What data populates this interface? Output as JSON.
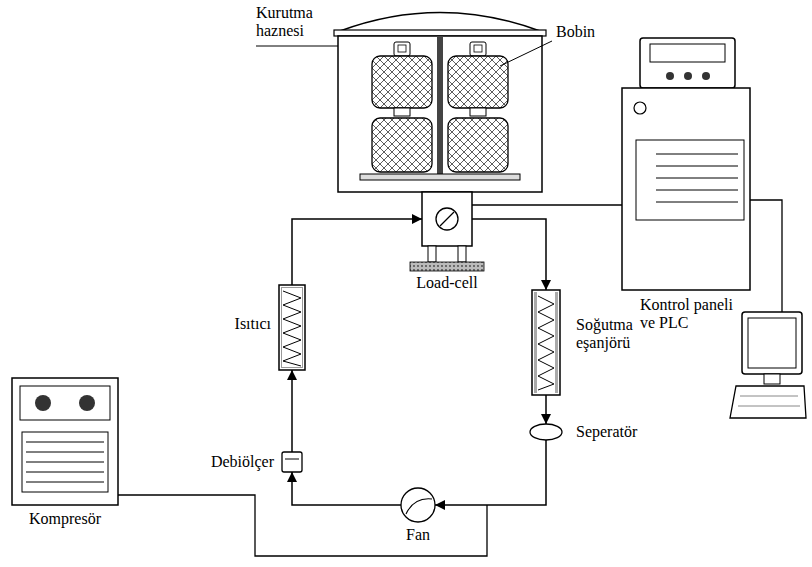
{
  "diagram": {
    "nodes": [
      {
        "text": [
          "Kurutma haznesi"
        ]
      },
      {
        "text": [
          "Isıtıcı"
        ]
      },
      {
        "text": [
          "Soğutma eşanjörü"
        ]
      },
      {
        "text": [
          "Seperatör"
        ]
      },
      {
        "text": [
          "Fan"
        ]
      },
      {
        "text": [
          "Debiölçer"
        ]
      },
      {
        "text": [
          "Kompresör"
        ]
      },
      {
        "text": [
          "Kontrol paneli ve PLC"
        ]
      }
    ],
    "edges": [
      {
        "from": 0,
        "to": 2,
        "arrow": "to"
      },
      {
        "from": 2,
        "to": 3,
        "arrow": "to"
      },
      {
        "from": 3,
        "to": 4,
        "arrow": "to"
      },
      {
        "from": 4,
        "to": 5,
        "arrow": "to"
      },
      {
        "from": 5,
        "to": 1,
        "arrow": "to"
      },
      {
        "from": 1,
        "to": 0,
        "arrow": "to"
      },
      {
        "from": 0,
        "to": 7,
        "arrow": "none"
      }
    ],
    "labels": [
      "Bobin",
      "Load-cell"
    ]
  }
}
